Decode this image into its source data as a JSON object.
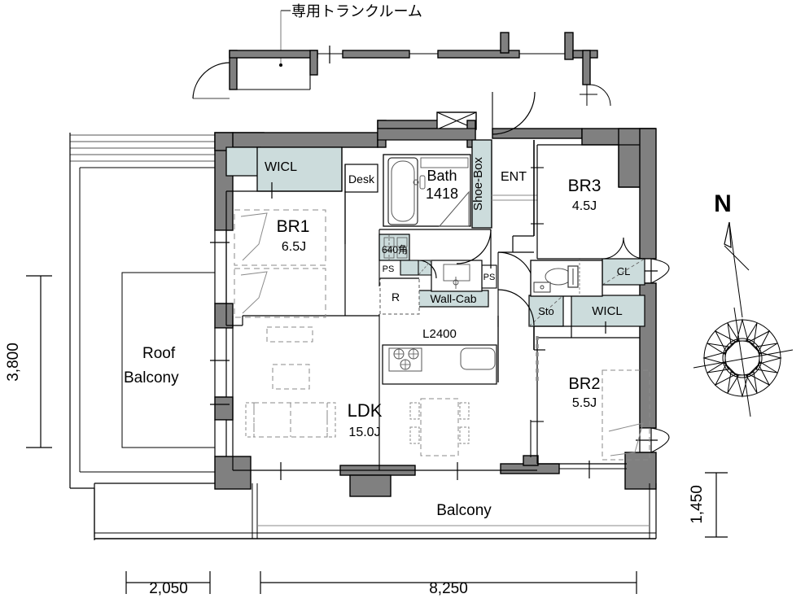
{
  "plan": {
    "title_note": "専用トランクルーム",
    "compass_label": "N",
    "rooms": [
      {
        "key": "br1",
        "name": "BR1",
        "area": "6.5J"
      },
      {
        "key": "br2",
        "name": "BR2",
        "area": "5.5J"
      },
      {
        "key": "br3",
        "name": "BR3",
        "area": "4.5J"
      },
      {
        "key": "ldk",
        "name": "LDK",
        "area": "15.0J"
      },
      {
        "key": "roofbalcony",
        "name_line1": "Roof",
        "name_line2": "Balcony"
      },
      {
        "key": "balcony",
        "name": "Balcony"
      },
      {
        "key": "bath",
        "name": "Bath",
        "area": "1418"
      }
    ],
    "labels": {
      "wicl_top": "WICL",
      "wicl_right": "WICL",
      "desk": "Desk",
      "shoe_box": "Shoe-Box",
      "ent": "ENT",
      "cl": "CL",
      "sto": "Sto",
      "ps_left": "PS",
      "ps_right": "PS",
      "r": "R",
      "wall_cab": "Wall-Cab",
      "kaku640": "640角",
      "l2400": "L2400"
    },
    "dimensions": {
      "left_vertical": "3,800",
      "bottom_left": "2,050",
      "bottom_right": "8,250",
      "right_vertical": "1,450"
    },
    "colors": {
      "wall_fill": "#808080",
      "wall_stroke": "#000000",
      "storage_fill": "#ccdcdc",
      "line": "#000000",
      "thin_line": "#555555",
      "furniture_dash": "#7a7a7a",
      "background": "#ffffff"
    }
  }
}
